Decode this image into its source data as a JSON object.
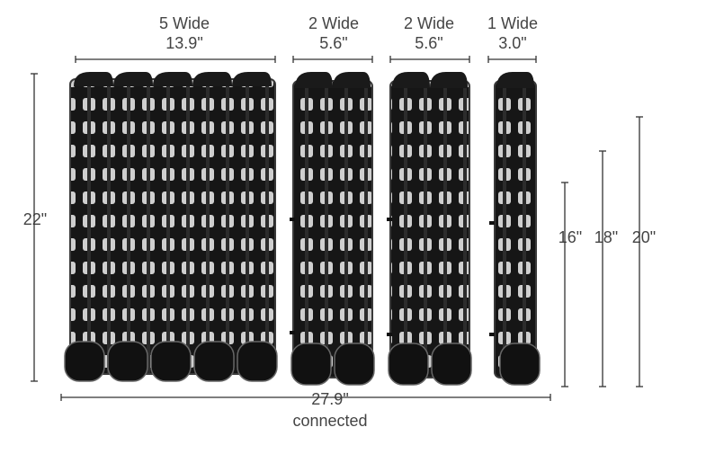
{
  "groups": [
    {
      "count_label": "5 Wide",
      "width_label": "13.9\""
    },
    {
      "count_label": "2 Wide",
      "width_label": "5.6\""
    },
    {
      "count_label": "2 Wide",
      "width_label": "5.6\""
    },
    {
      "count_label": "1 Wide",
      "width_label": "3.0\""
    }
  ],
  "height_label": "22\"",
  "total_width": {
    "value": "27.9\"",
    "caption": "connected"
  },
  "height_options": [
    "16\"",
    "18\"",
    "20\""
  ],
  "colors": {
    "rack": "#1a1a1a",
    "rack_edge": "#3a3a3a",
    "dimension_line": "#333333",
    "text": "#444444"
  }
}
